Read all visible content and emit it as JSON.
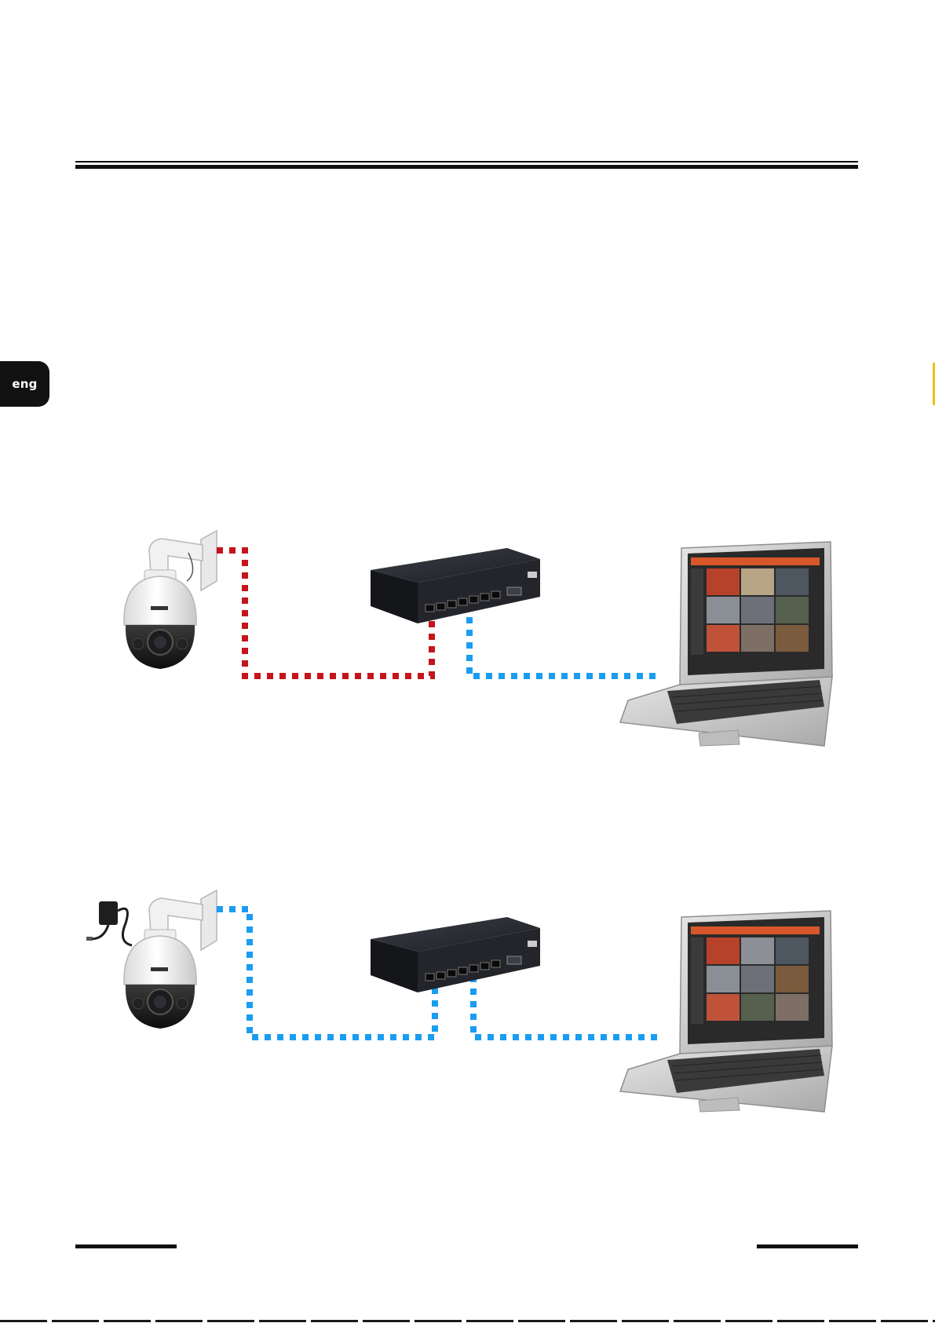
{
  "language_tab": {
    "label": "eng"
  },
  "colors": {
    "poe_cable": "#c4151c",
    "lan_cable": "#1a9df0",
    "rule": "#111111",
    "tab": "#111111",
    "edge_marker": "#e8c40f"
  },
  "diagrams": [
    {
      "id": "poe-connection",
      "devices": [
        "ptz-camera-icon",
        "network-switch-icon",
        "laptop-icon"
      ],
      "cables": [
        "poe-cable",
        "lan-cable"
      ]
    },
    {
      "id": "power-adapter-connection",
      "devices": [
        "power-adapter-icon",
        "ptz-camera-icon",
        "network-switch-icon",
        "laptop-icon"
      ],
      "cables": [
        "lan-cable",
        "lan-cable"
      ]
    }
  ]
}
